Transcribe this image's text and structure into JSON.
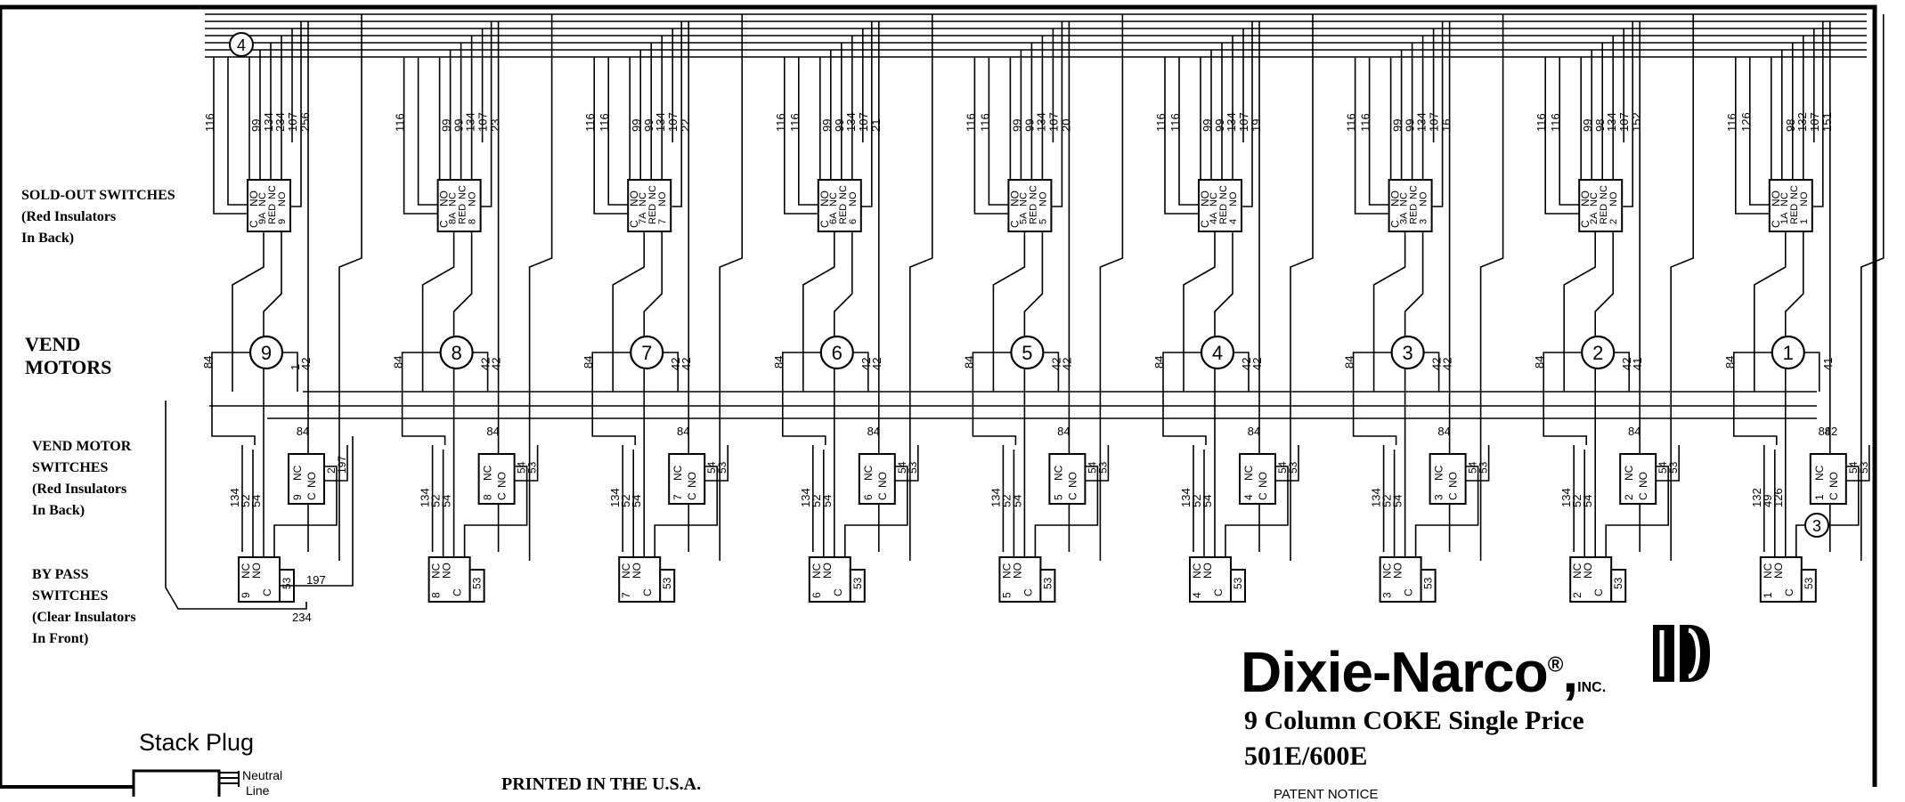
{
  "side_labels": {
    "sold_out": [
      "SOLD-OUT SWITCHES",
      "(Red Insulators",
      "In Back)"
    ],
    "vend_motors": [
      "VEND",
      "MOTORS"
    ],
    "vend_motor_switches": [
      "VEND MOTOR",
      "SWITCHES",
      "(Red Insulators",
      "In Back)"
    ],
    "bypass": [
      "BY PASS",
      "SWITCHES",
      "(Clear Insulators",
      "In Front)"
    ]
  },
  "columns": [
    {
      "num": "9",
      "top_wires": [
        "116",
        "",
        "99",
        "134",
        "234",
        "107",
        "256"
      ],
      "so_terms": [
        "C",
        "9A",
        "NO",
        "NC",
        "RED",
        "9",
        "NC",
        "NO"
      ],
      "motor_wires": [
        "1",
        "42"
      ],
      "vm_wires": [
        "134",
        "52",
        "54"
      ],
      "vm_right": [
        "2",
        "197"
      ],
      "bp_extra": [
        "197",
        "234"
      ]
    },
    {
      "num": "8",
      "top_wires": [
        "116",
        "",
        "99",
        "99",
        "134",
        "107",
        "23"
      ],
      "so_terms": [
        "C",
        "8A",
        "NO",
        "NC",
        "RED",
        "8",
        "NC",
        "NO"
      ],
      "motor_wires": [
        "42",
        "42"
      ],
      "vm_wires": [
        "134",
        "52",
        "54"
      ],
      "vm_right": [
        "54",
        "53"
      ],
      "bp_extra": []
    },
    {
      "num": "7",
      "top_wires": [
        "116",
        "116",
        "99",
        "99",
        "134",
        "107",
        "22"
      ],
      "so_terms": [
        "C",
        "7A",
        "NO",
        "NC",
        "RED",
        "7",
        "NC",
        "NO"
      ],
      "motor_wires": [
        "42",
        "42"
      ],
      "vm_wires": [
        "134",
        "52",
        "54"
      ],
      "vm_right": [
        "54",
        "53"
      ],
      "bp_extra": []
    },
    {
      "num": "6",
      "top_wires": [
        "116",
        "116",
        "99",
        "99",
        "134",
        "107",
        "21"
      ],
      "so_terms": [
        "C",
        "6A",
        "NO",
        "NC",
        "RED",
        "6",
        "NC",
        "NO"
      ],
      "motor_wires": [
        "42",
        "42"
      ],
      "vm_wires": [
        "134",
        "52",
        "54"
      ],
      "vm_right": [
        "54",
        "53"
      ],
      "bp_extra": []
    },
    {
      "num": "5",
      "top_wires": [
        "116",
        "116",
        "99",
        "99",
        "134",
        "107",
        "20"
      ],
      "so_terms": [
        "C",
        "5A",
        "NO",
        "NC",
        "RED",
        "5",
        "NC",
        "NO"
      ],
      "motor_wires": [
        "42",
        "42"
      ],
      "vm_wires": [
        "134",
        "52",
        "54"
      ],
      "vm_right": [
        "54",
        "53"
      ],
      "bp_extra": []
    },
    {
      "num": "4",
      "top_wires": [
        "116",
        "116",
        "99",
        "99",
        "134",
        "107",
        "19"
      ],
      "so_terms": [
        "C",
        "4A",
        "NO",
        "NC",
        "RED",
        "4",
        "NC",
        "NO"
      ],
      "motor_wires": [
        "42",
        "42"
      ],
      "vm_wires": [
        "134",
        "52",
        "54"
      ],
      "vm_right": [
        "54",
        "53"
      ],
      "bp_extra": []
    },
    {
      "num": "3",
      "top_wires": [
        "116",
        "116",
        "99",
        "99",
        "134",
        "107",
        "16"
      ],
      "so_terms": [
        "C",
        "3A",
        "NO",
        "NC",
        "RED",
        "3",
        "NC",
        "NO"
      ],
      "motor_wires": [
        "42",
        "42"
      ],
      "vm_wires": [
        "134",
        "52",
        "54"
      ],
      "vm_right": [
        "54",
        "53"
      ],
      "bp_extra": []
    },
    {
      "num": "2",
      "top_wires": [
        "116",
        "116",
        "99",
        "98",
        "134",
        "107",
        "152"
      ],
      "so_terms": [
        "C",
        "2A",
        "NO",
        "NC",
        "RED",
        "2",
        "NC",
        "NO"
      ],
      "motor_wires": [
        "42",
        "41"
      ],
      "vm_wires": [
        "134",
        "52",
        "54"
      ],
      "vm_right": [
        "54",
        "53"
      ],
      "bp_extra": []
    },
    {
      "num": "1",
      "top_wires": [
        "116",
        "126",
        "",
        "98",
        "132",
        "107",
        "151"
      ],
      "so_terms": [
        "C",
        "1A",
        "NO",
        "NC",
        "RED",
        "1",
        "NC",
        "NO"
      ],
      "motor_wires": [
        "",
        "41"
      ],
      "vm_wires": [
        "132",
        "49",
        "126"
      ],
      "vm_right": [
        "54",
        "53"
      ],
      "bp_extra": []
    }
  ],
  "wire_84": "84",
  "wire_82": "82",
  "wire_53": "53",
  "switch_labels": {
    "nc": "NC",
    "no": "NO",
    "c": "C"
  },
  "callouts": [
    "4",
    "3"
  ],
  "brand": {
    "name": "Dixie-Narco",
    "reg": "®",
    "suffix": ",",
    "inc": "INC."
  },
  "title_lines": [
    "9 Column COKE Single Price",
    "501E/600E"
  ],
  "printed": "PRINTED IN THE U.S.A.",
  "patent": "PATENT NOTICE",
  "stack_plug": "Stack Plug",
  "plug_labels": [
    "Neutral",
    "Line"
  ]
}
